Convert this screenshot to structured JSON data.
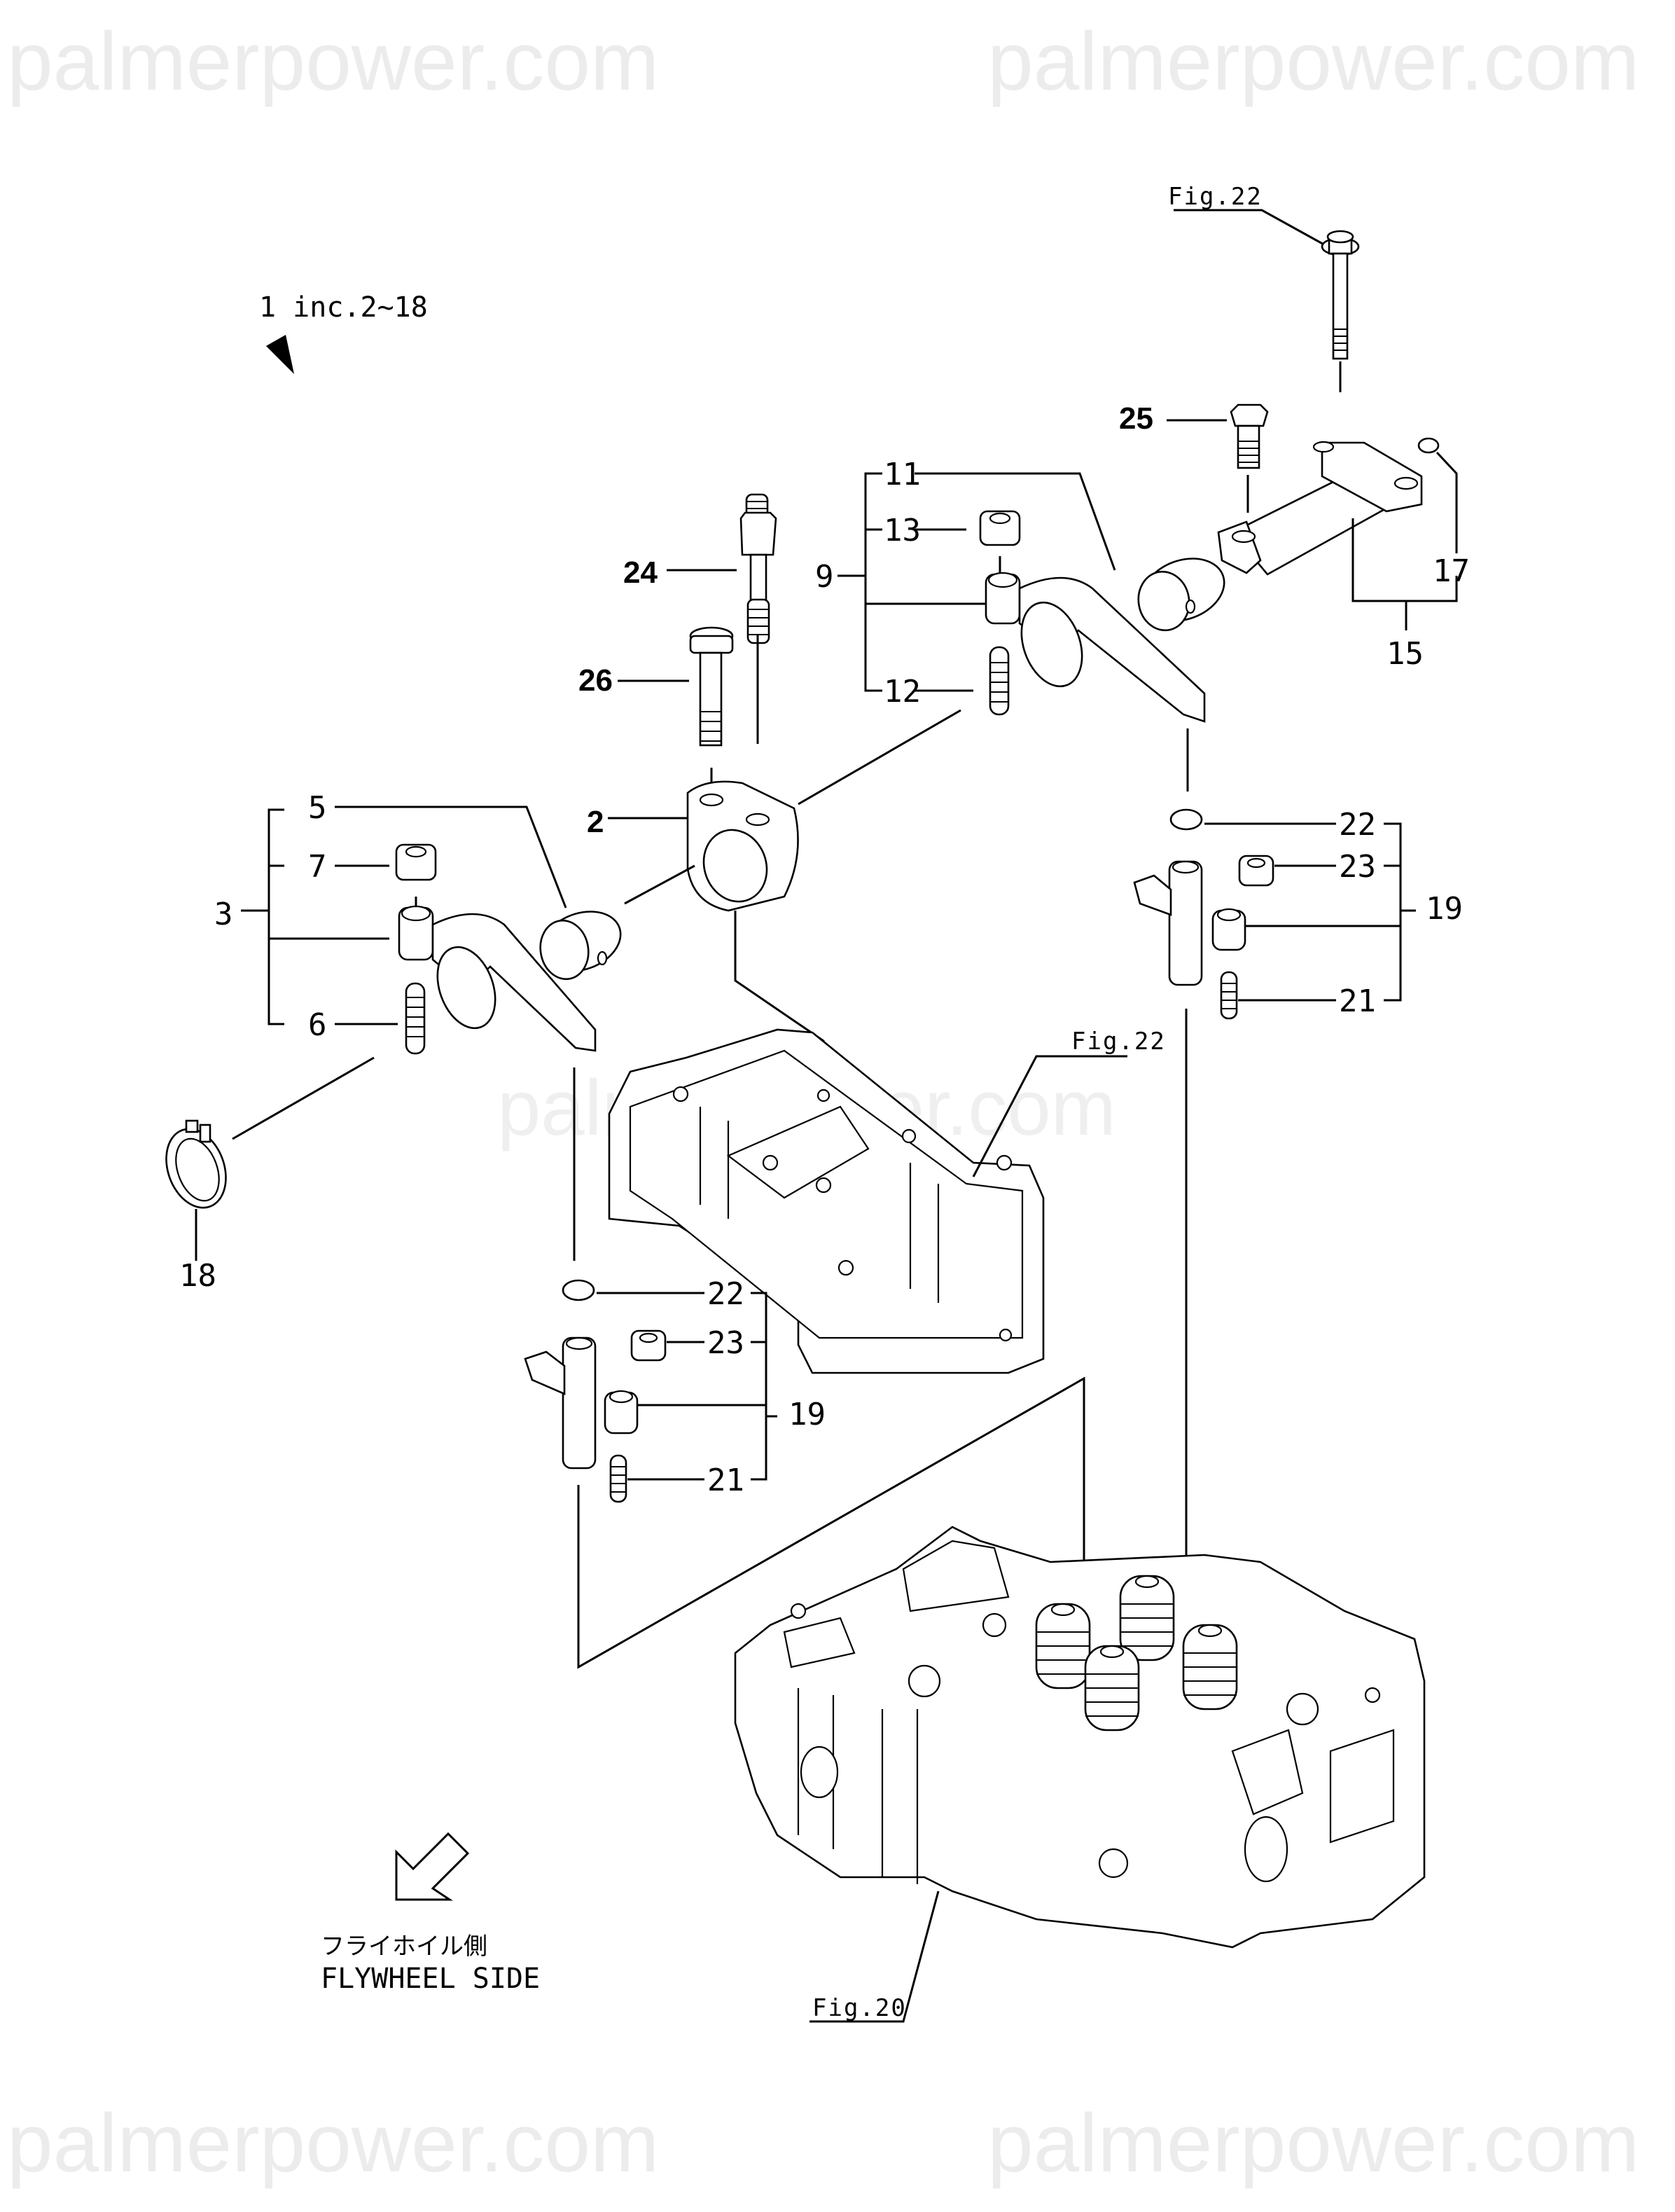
{
  "watermark": {
    "text": "palmerpower.com",
    "color": "#ececec"
  },
  "header_note": {
    "text": "1 inc.2~18"
  },
  "figure_refs": {
    "top": "Fig.22",
    "middle": "Fig.22",
    "bottom": "Fig.20"
  },
  "orientation": {
    "japanese": "フライホイル側",
    "english": "FLYWHEEL SIDE"
  },
  "callouts": {
    "p2": "2",
    "p3": "3",
    "p5": "5",
    "p6": "6",
    "p7": "7",
    "p9": "9",
    "p11": "11",
    "p12": "12",
    "p13": "13",
    "p15": "15",
    "p17": "17",
    "p18": "18",
    "p19a": "19",
    "p19b": "19",
    "p21a": "21",
    "p21b": "21",
    "p22a": "22",
    "p22b": "22",
    "p23a": "23",
    "p23b": "23",
    "p24": "24",
    "p25": "25",
    "p26": "26"
  },
  "colors": {
    "line": "#000000",
    "background": "#ffffff",
    "watermark": "#ececec"
  }
}
